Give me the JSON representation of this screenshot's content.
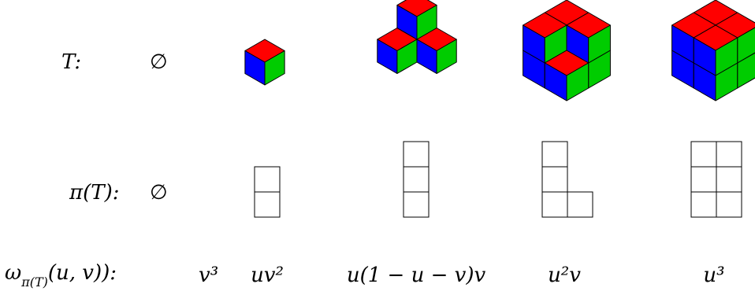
{
  "rows": {
    "tiling_label": "T:",
    "partition_label": "π(T):",
    "weight_label_main": "ω",
    "weight_label_sub": "π(T)",
    "weight_label_args": "(u, v)):"
  },
  "empty_symbol": "∅",
  "colors": {
    "top": "#ff0000",
    "left": "#0000ff",
    "right": "#00cc00",
    "outline": "#000000"
  },
  "columns": [
    {
      "weight": "v³",
      "partition": [],
      "tiling_cubes": 0
    },
    {
      "weight": "uv²",
      "partition": [
        2
      ],
      "tiling_cubes": 1
    },
    {
      "weight": "u(1 − u − v)v",
      "partition": [
        3
      ],
      "tiling_cubes": 4
    },
    {
      "weight": "u²v",
      "partition": [
        3,
        1
      ],
      "tiling_cubes": 7
    },
    {
      "weight": "u³",
      "partition": [
        3,
        3
      ],
      "tiling_cubes": 8
    }
  ]
}
